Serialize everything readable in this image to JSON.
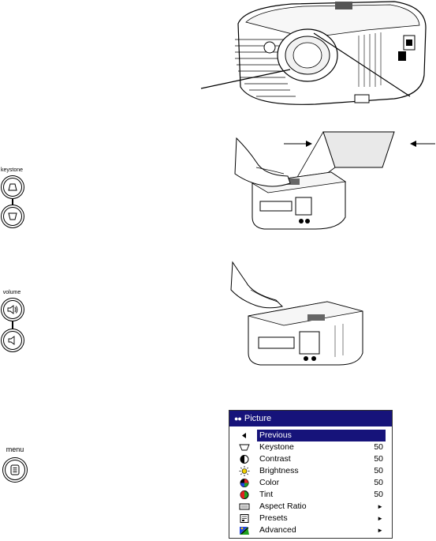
{
  "controls": {
    "keystone_label": "keystone",
    "volume_label": "volume",
    "menu_label": "menu"
  },
  "osd": {
    "title": "Picture",
    "items": [
      {
        "label": "Previous",
        "value": "",
        "icon": "left-arrow-icon",
        "selected": true
      },
      {
        "label": "Keystone",
        "value": "50",
        "icon": "keystone-icon"
      },
      {
        "label": "Contrast",
        "value": "50",
        "icon": "contrast-icon"
      },
      {
        "label": "Brightness",
        "value": "50",
        "icon": "brightness-icon"
      },
      {
        "label": "Color",
        "value": "50",
        "icon": "color-icon"
      },
      {
        "label": "Tint",
        "value": "50",
        "icon": "tint-icon"
      },
      {
        "label": "Aspect Ratio",
        "value": "►",
        "icon": "aspect-ratio-icon"
      },
      {
        "label": "Presets",
        "value": "►",
        "icon": "presets-icon"
      },
      {
        "label": "Advanced",
        "value": "►",
        "icon": "advanced-icon"
      }
    ],
    "colors": {
      "header": "#16137a",
      "selected": "#16137a"
    }
  }
}
